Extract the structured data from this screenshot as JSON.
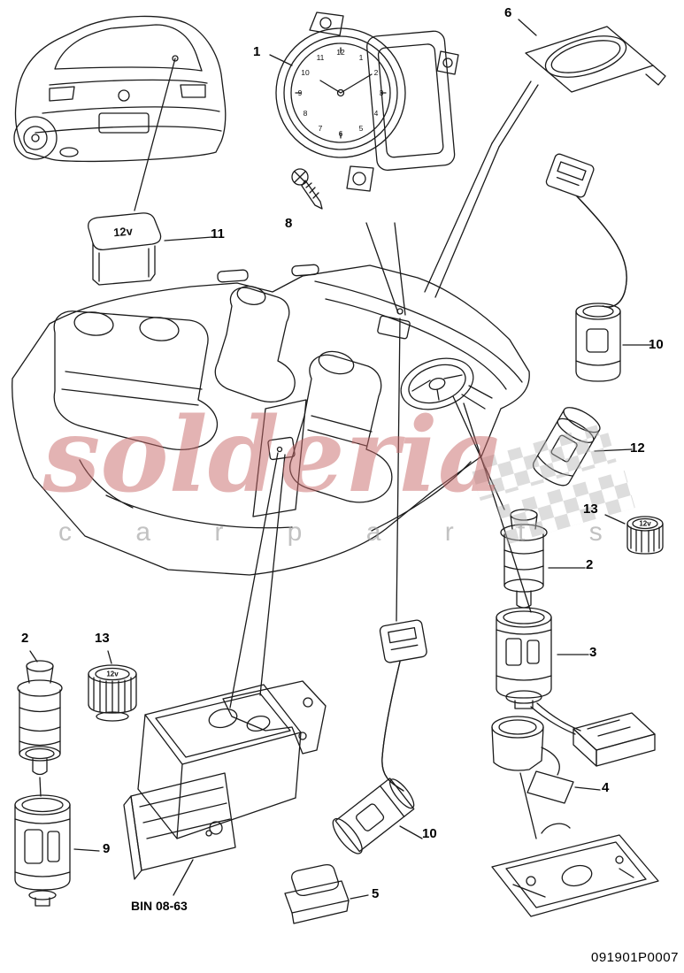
{
  "page": {
    "doc_number": "091901P0007"
  },
  "watermark": {
    "title": "solderia",
    "subtitle": "c a r p a r t s"
  },
  "labels": {
    "bin": "BIN 08-63",
    "v12": "12v"
  },
  "callouts": {
    "clock": "1",
    "antenna": "6",
    "screw": "8",
    "cover": "11",
    "lighter_socket_right": "10",
    "socket_angled": "12",
    "cap_right": "13",
    "plug_right": "2",
    "housing": "3",
    "holder": "4",
    "plug_left": "2",
    "cap_left": "13",
    "socket_left": "9",
    "lighter_socket_bottom": "10",
    "switch": "5"
  },
  "clock": {
    "numerals": [
      "12",
      "1",
      "2",
      "3",
      "4",
      "5",
      "6",
      "7",
      "8",
      "9",
      "10",
      "11"
    ]
  }
}
